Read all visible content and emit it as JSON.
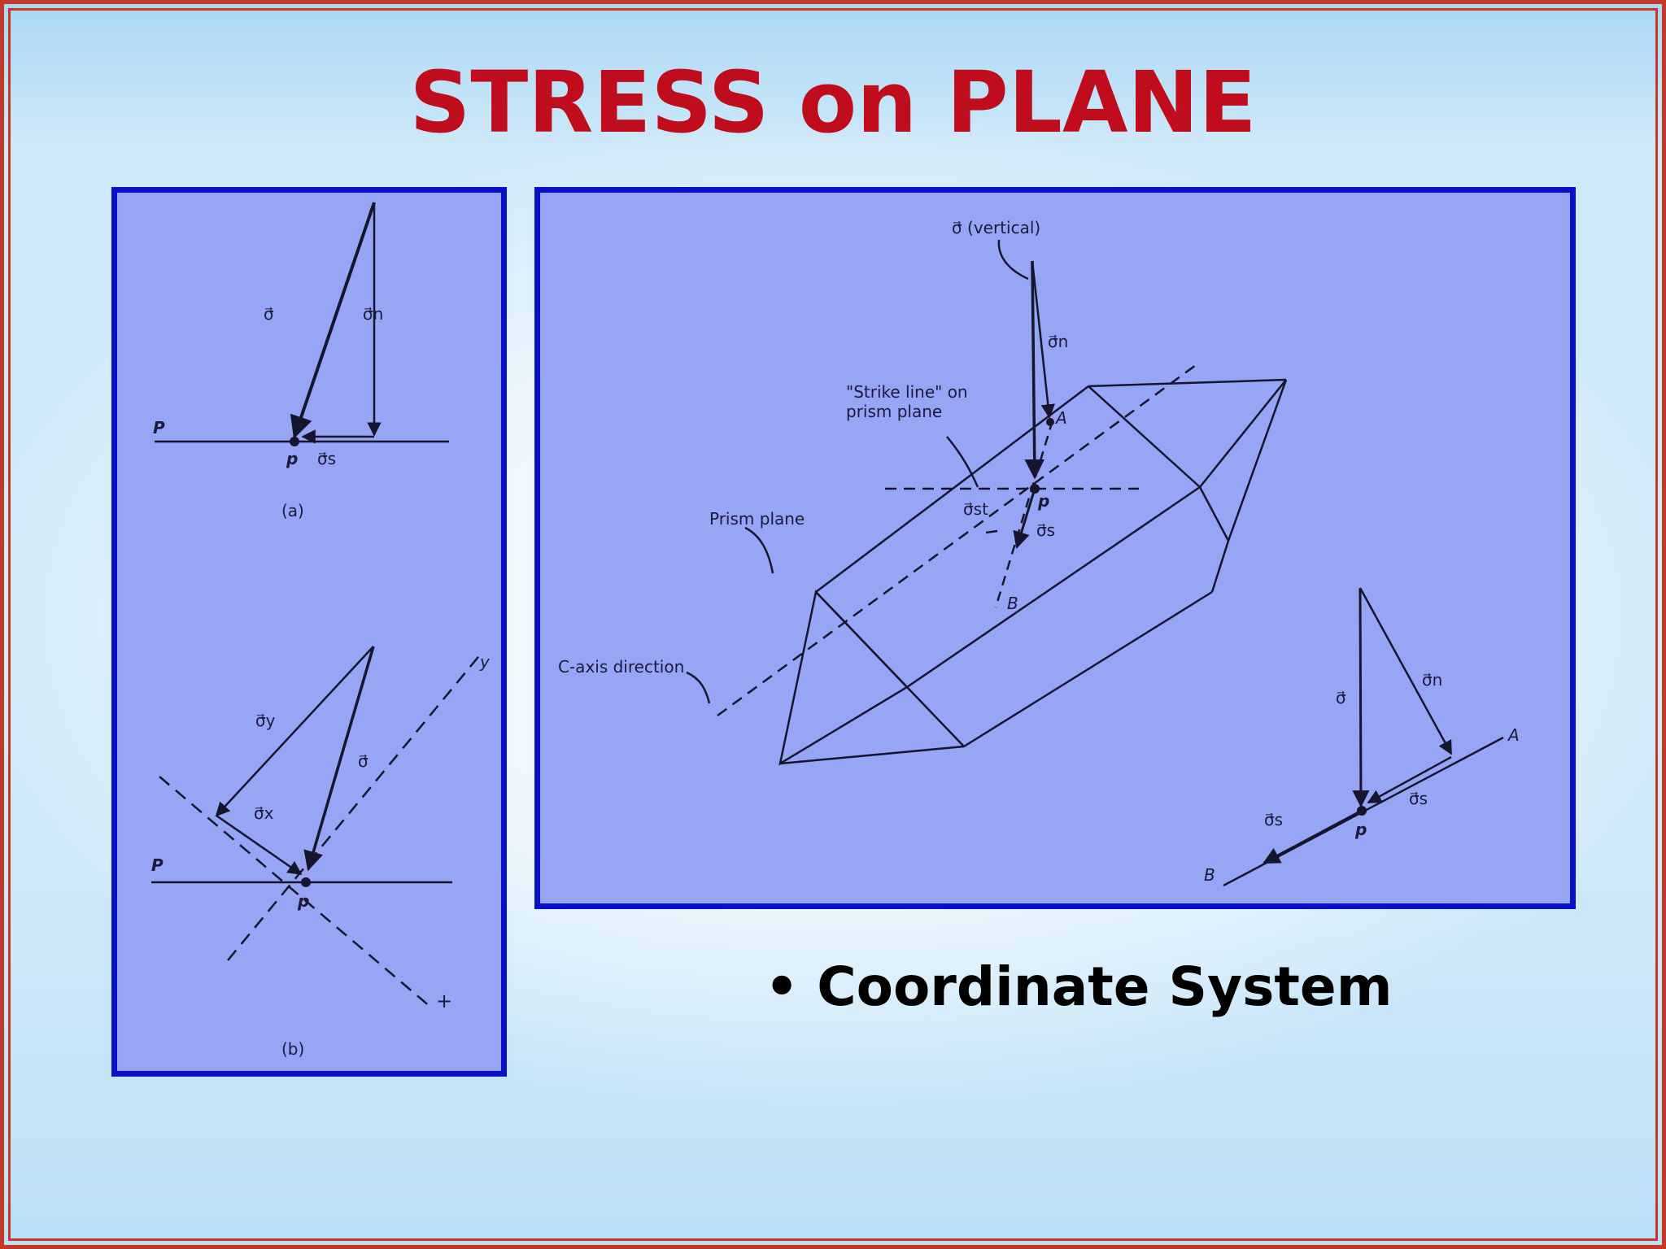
{
  "slide": {
    "title": "STRESS on PLANE",
    "bullet": "Coordinate System"
  },
  "figure_left": {
    "a": {
      "caption": "(a)",
      "sigma": "σ⃗",
      "sigma_n": "σ⃗n",
      "sigma_s": "σ⃗s",
      "plane": "P",
      "point": "p"
    },
    "b": {
      "caption": "(b)",
      "sigma": "σ⃗",
      "sigma_y": "σ⃗y",
      "sigma_x": "σ⃗x",
      "plane": "P",
      "point": "p",
      "axis_y": "y",
      "axis_plus": "+"
    }
  },
  "figure_right": {
    "sigma_vertical": "σ⃗ (vertical)",
    "sigma_n": "σ⃗n",
    "strike_line": "\"Strike line\" on",
    "strike_line_2": "prism plane",
    "point_a": "A",
    "point_p": "p",
    "sigma_st": "σ⃗st",
    "sigma_s": "σ⃗s",
    "prism_plane": "Prism plane",
    "point_b": "B",
    "c_axis": "C-axis direction",
    "inset": {
      "sigma": "σ⃗",
      "sigma_n": "σ⃗n",
      "sigma_s": "σ⃗s",
      "sigma_s_left": "σ⃗s",
      "point_p": "p",
      "point_a": "A",
      "point_b": "B"
    }
  },
  "colors": {
    "title": "#c00d1e",
    "panel_border": "#0a10c8",
    "panel_fill": "#98a4f4",
    "frame": "#c0392b"
  }
}
